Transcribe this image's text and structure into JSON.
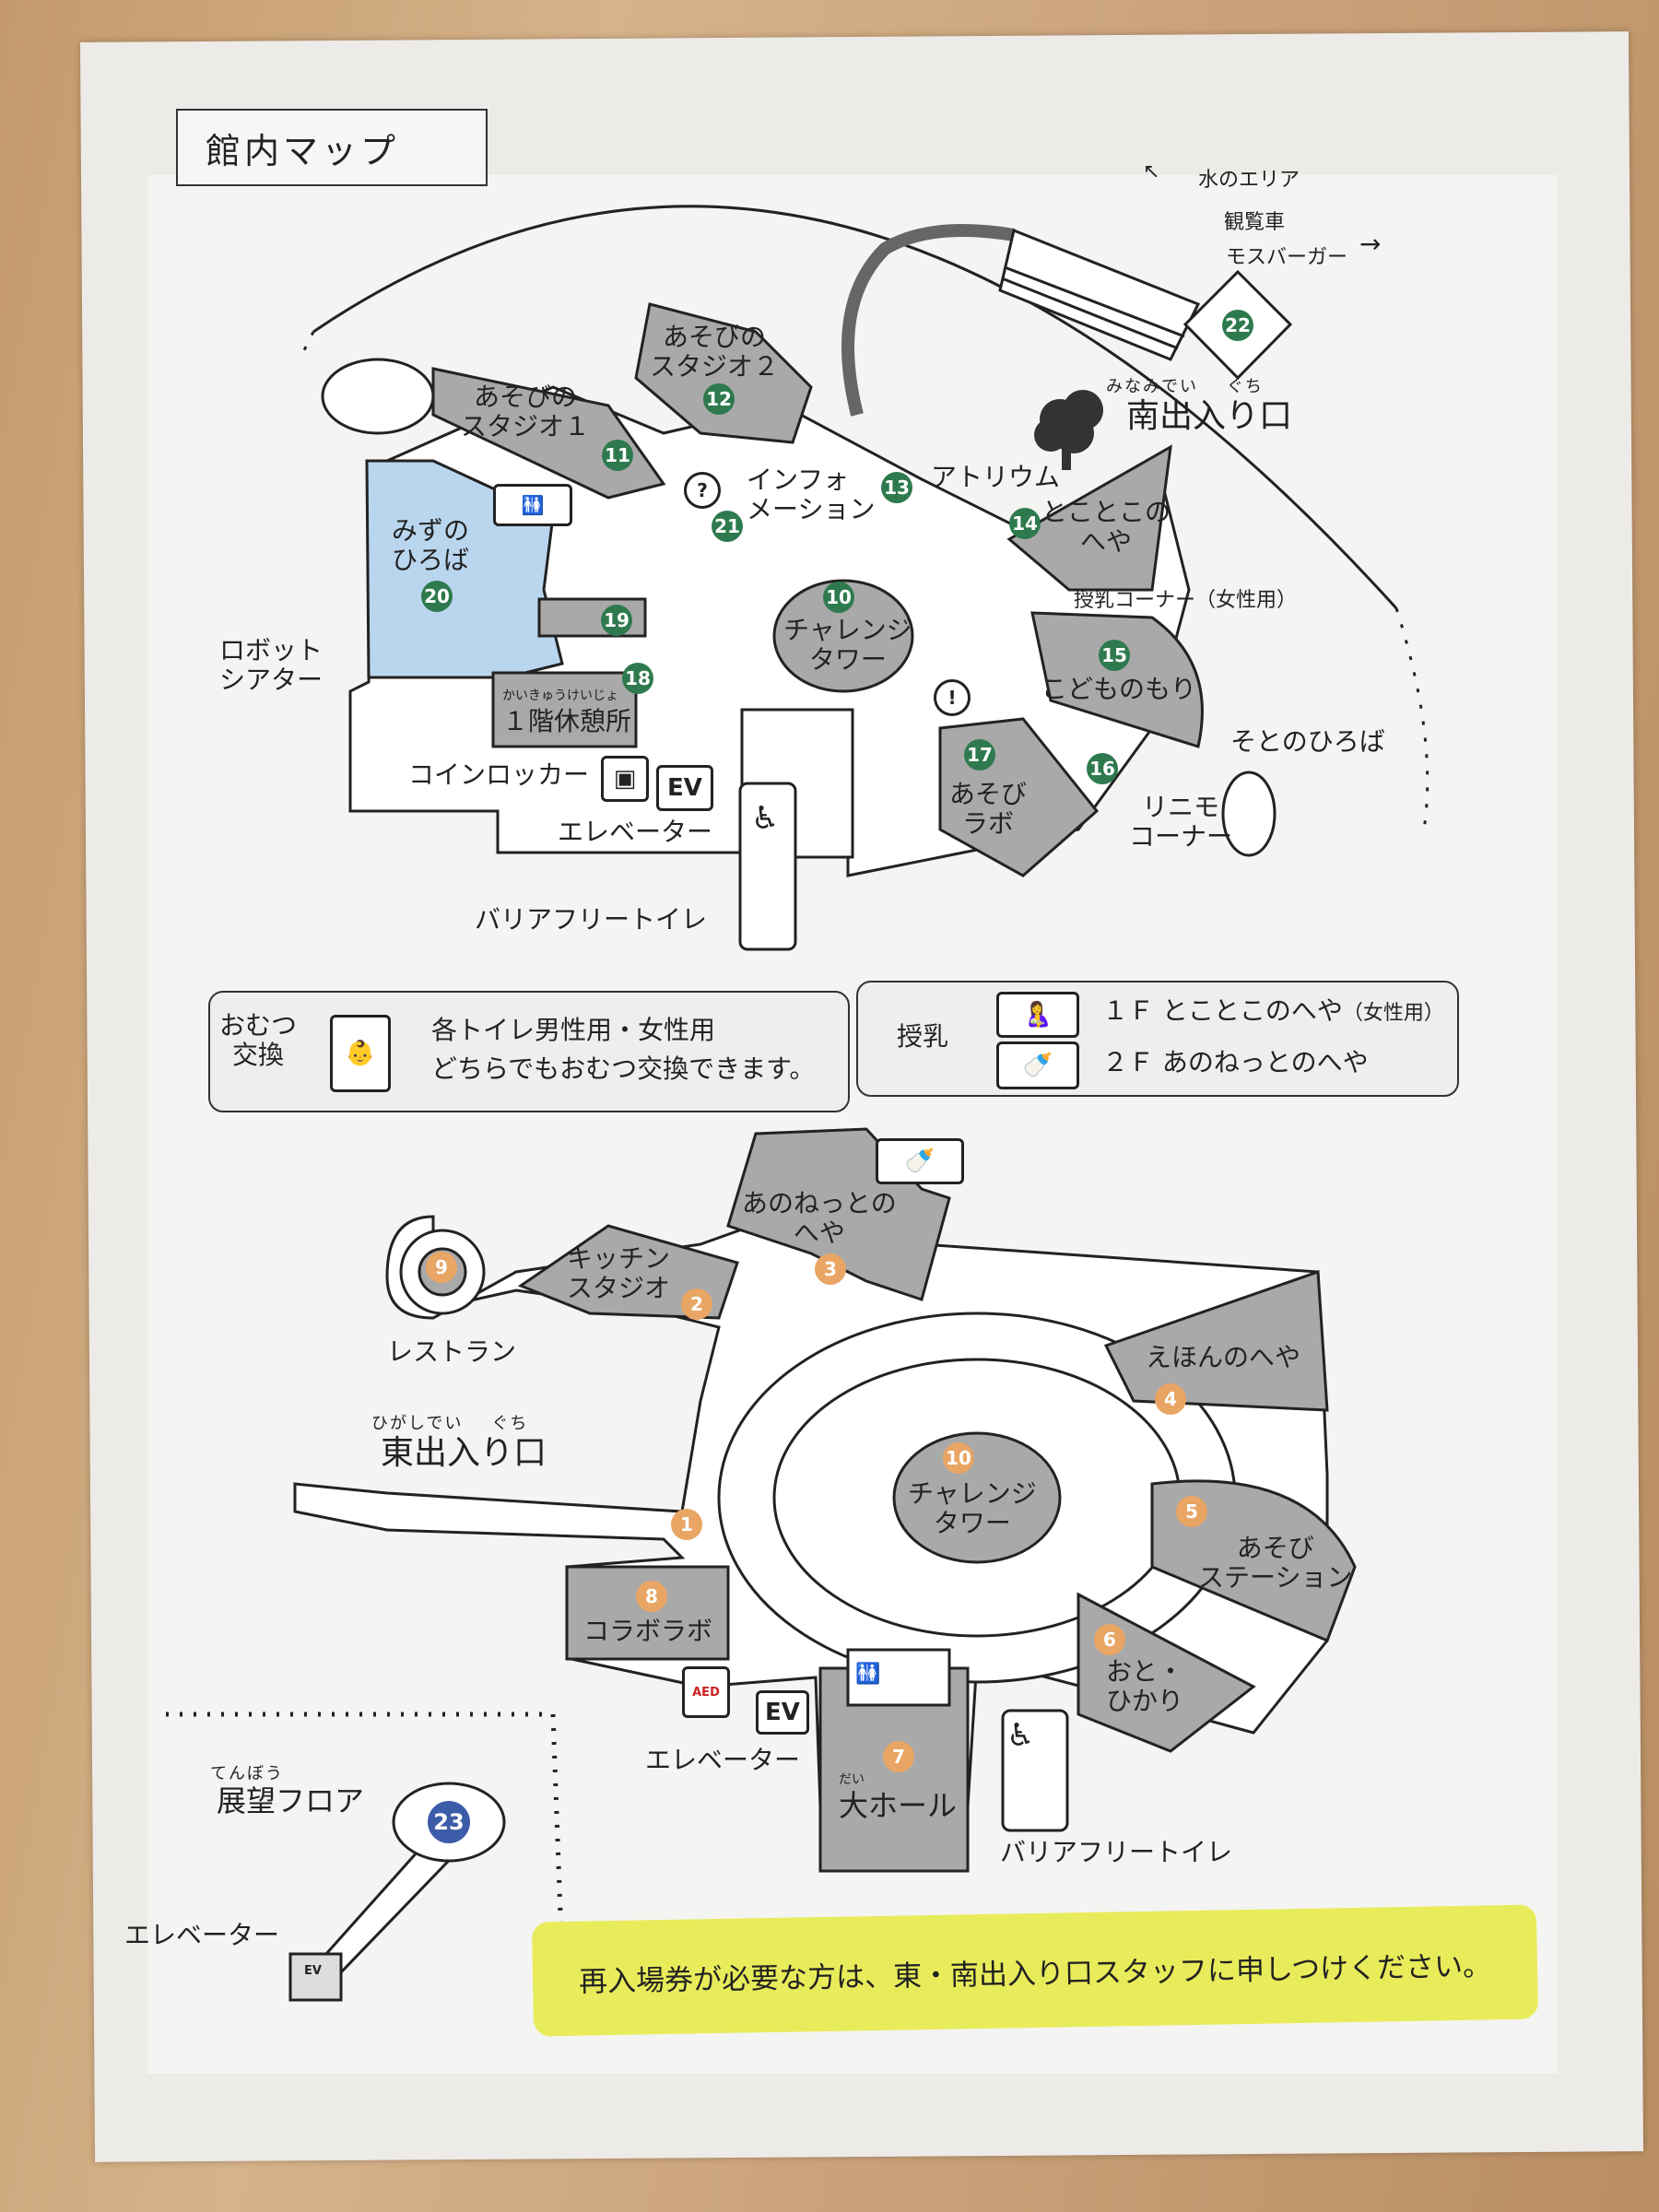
{
  "title": "館内マップ",
  "directions": {
    "water_area": "水のエリア",
    "ferris_wheel": "観覧車",
    "mos_burger": "モスバーガー"
  },
  "floor1": {
    "south_entrance": {
      "label": "南出入り口",
      "ruby_a": "みなみでい",
      "ruby_b": "ぐち"
    },
    "rooms": {
      "studio1": {
        "label": "あそびの\nスタジオ１",
        "num": "11"
      },
      "studio2": {
        "label": "あそびの\nスタジオ２",
        "num": "12"
      },
      "atrium": {
        "label": "アトリウム",
        "num": "13"
      },
      "information": {
        "label": "インフォ\nメーション",
        "num": "21"
      },
      "tokotoko": {
        "label": "とことこの\nへや",
        "num": "14"
      },
      "nursing_corner": {
        "label": "授乳コーナー（女性用）"
      },
      "mizu_hiroba": {
        "label": "みずの\nひろば",
        "num": "20"
      },
      "robot_theater": {
        "label": "ロボット\nシアター",
        "num": "19"
      },
      "rest_area": {
        "label": "１階休憩所",
        "ruby": "かいきゅうけいじょ",
        "num": "18"
      },
      "challenge_tower": {
        "label": "チャレンジ\nタワー",
        "num": "10"
      },
      "kodomo_mori": {
        "label": "こどものもり",
        "num": "15"
      },
      "asobi_lab": {
        "label": "あそび\nラボ",
        "num": "17"
      },
      "linimo": {
        "label": "リニモ\nコーナー",
        "num": "16"
      },
      "soto_hiroba": {
        "label": "そとのひろば"
      },
      "ferris_gate": {
        "num": "22"
      },
      "coin_locker": {
        "label": "コインロッカー"
      },
      "elevator": {
        "label": "エレベーター",
        "ev": "EV"
      },
      "barrier_free": {
        "label": "バリアフリートイレ"
      }
    },
    "question_mark": "?",
    "exclamation": "!"
  },
  "legend": {
    "diaper": {
      "title": "おむつ\n交換",
      "line1": "各トイレ男性用・女性用",
      "line2": "どちらでもおむつ交換できます。"
    },
    "nursing": {
      "title": "授乳",
      "line1": "１Ｆ とことこのへや",
      "line1_note": "（女性用）",
      "line2": "２Ｆ あのねっとのへや"
    }
  },
  "floor2": {
    "east_entrance": {
      "label": "東出入り口",
      "ruby_a": "ひがしでい",
      "ruby_b": "ぐち"
    },
    "rooms": {
      "entrance": {
        "num": "1"
      },
      "kitchen": {
        "label": "キッチン\nスタジオ",
        "num": "2"
      },
      "anonetto": {
        "label": "あのねっとの\nへや",
        "num": "3"
      },
      "ehon": {
        "label": "えほんのへや",
        "num": "4"
      },
      "asobi_station": {
        "label": "あそび\nステーション",
        "num": "5"
      },
      "oto_hikari": {
        "label": "おと・\nひかり",
        "num": "6"
      },
      "hall": {
        "label": "大ホール",
        "ruby": "だい",
        "num": "7"
      },
      "collabo": {
        "label": "コラボラボ",
        "num": "8"
      },
      "restaurant": {
        "label": "レストラン",
        "num": "9"
      },
      "challenge_tower": {
        "label": "チャレンジ\nタワー",
        "num": "10"
      },
      "elevator": {
        "label": "エレベーター",
        "ev": "EV"
      },
      "aed": "AED",
      "barrier_free": {
        "label": "バリアフリートイレ"
      }
    },
    "observation": {
      "label": "展望フロア",
      "ruby": "てんぼう",
      "num": "23",
      "elevator": "エレベーター",
      "ev": "EV"
    }
  },
  "notice": "再入場券が必要な方は、東・南出入り口スタッフに申しつけください。",
  "colors": {
    "green_badge": "#2e7a4e",
    "orange_badge": "#e9a564",
    "blue_badge": "#3c5ba8",
    "room_gray": "#a9a9a9",
    "water_blue": "#b9d6ee",
    "banner_yellow": "#e8ec5a"
  }
}
